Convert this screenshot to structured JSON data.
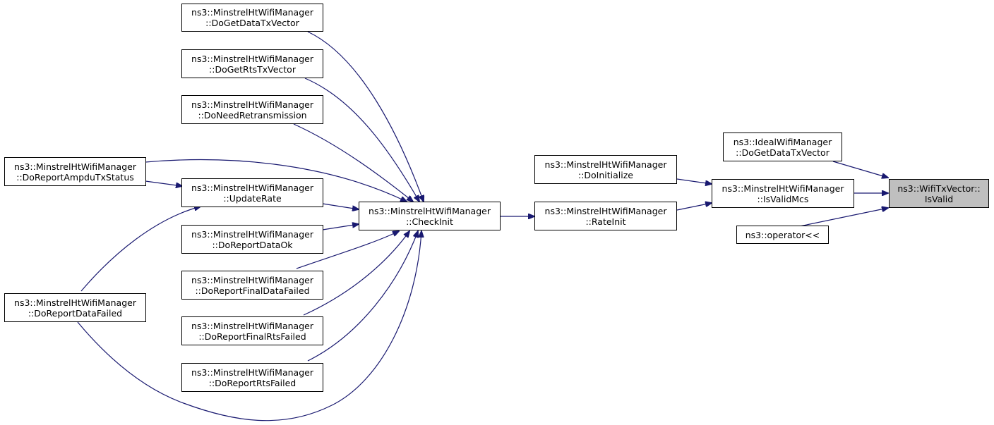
{
  "colors": {
    "edge": "#191970",
    "root_fill": "#bfbfbf",
    "node_fill": "#ffffff",
    "border": "#000000"
  },
  "nodes": {
    "root": {
      "line1": "ns3::WifiTxVector::",
      "line2": "IsValid"
    },
    "ideal_dogetdatatxvector": {
      "line1": "ns3::IdealWifiManager",
      "line2": "::DoGetDataTxVector"
    },
    "isvalidmcs": {
      "line1": "ns3::MinstrelHtWifiManager",
      "line2": "::IsValidMcs"
    },
    "operator": {
      "line1": "ns3::operator<<",
      "line2": ""
    },
    "doinitialize": {
      "line1": "ns3::MinstrelHtWifiManager",
      "line2": "::DoInitialize"
    },
    "rateinit": {
      "line1": "ns3::MinstrelHtWifiManager",
      "line2": "::RateInit"
    },
    "checkinit": {
      "line1": "ns3::MinstrelHtWifiManager",
      "line2": "::CheckInit"
    },
    "dogetdatatxvector": {
      "line1": "ns3::MinstrelHtWifiManager",
      "line2": "::DoGetDataTxVector"
    },
    "dogetrtstxvector": {
      "line1": "ns3::MinstrelHtWifiManager",
      "line2": "::DoGetRtsTxVector"
    },
    "doneedretransmission": {
      "line1": "ns3::MinstrelHtWifiManager",
      "line2": "::DoNeedRetransmission"
    },
    "updaterate": {
      "line1": "ns3::MinstrelHtWifiManager",
      "line2": "::UpdateRate"
    },
    "doreportdataok": {
      "line1": "ns3::MinstrelHtWifiManager",
      "line2": "::DoReportDataOk"
    },
    "doreportfinaldatafailed": {
      "line1": "ns3::MinstrelHtWifiManager",
      "line2": "::DoReportFinalDataFailed"
    },
    "doreportfinalrtsfailed": {
      "line1": "ns3::MinstrelHtWifiManager",
      "line2": "::DoReportFinalRtsFailed"
    },
    "doreportrtsfailed": {
      "line1": "ns3::MinstrelHtWifiManager",
      "line2": "::DoReportRtsFailed"
    },
    "doreportampdutxstatus": {
      "line1": "ns3::MinstrelHtWifiManager",
      "line2": "::DoReportAmpduTxStatus"
    },
    "doreportdatafailed": {
      "line1": "ns3::MinstrelHtWifiManager",
      "line2": "::DoReportDataFailed"
    }
  },
  "edges": [
    {
      "from": "ideal_dogetdatatxvector",
      "to": "root"
    },
    {
      "from": "isvalidmcs",
      "to": "root"
    },
    {
      "from": "operator",
      "to": "root"
    },
    {
      "from": "doinitialize",
      "to": "isvalidmcs"
    },
    {
      "from": "rateinit",
      "to": "isvalidmcs"
    },
    {
      "from": "checkinit",
      "to": "rateinit"
    },
    {
      "from": "dogetdatatxvector",
      "to": "checkinit"
    },
    {
      "from": "dogetrtstxvector",
      "to": "checkinit"
    },
    {
      "from": "doneedretransmission",
      "to": "checkinit"
    },
    {
      "from": "doreportampdutxstatus",
      "to": "checkinit"
    },
    {
      "from": "updaterate",
      "to": "checkinit"
    },
    {
      "from": "doreportdataok",
      "to": "checkinit"
    },
    {
      "from": "doreportfinaldatafailed",
      "to": "checkinit"
    },
    {
      "from": "doreportfinalrtsfailed",
      "to": "checkinit"
    },
    {
      "from": "doreportrtsfailed",
      "to": "checkinit"
    },
    {
      "from": "doreportdatafailed",
      "to": "checkinit"
    },
    {
      "from": "doreportampdutxstatus",
      "to": "updaterate"
    },
    {
      "from": "doreportdatafailed",
      "to": "updaterate"
    }
  ]
}
